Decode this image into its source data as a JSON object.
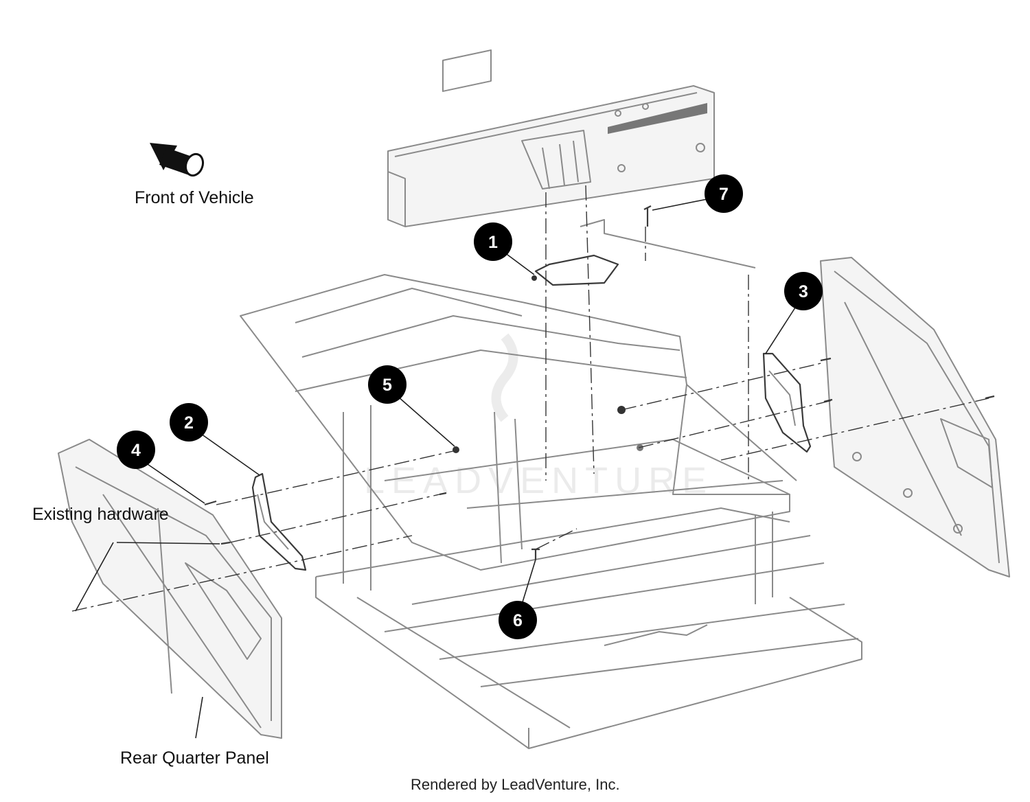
{
  "labels": {
    "front_of_vehicle": "Front of Vehicle",
    "existing_hardware": "Existing hardware",
    "rear_quarter_panel": "Rear Quarter Panel",
    "credit": "Rendered by LeadVenture, Inc."
  },
  "callouts": [
    "1",
    "2",
    "3",
    "4",
    "5",
    "6",
    "7"
  ],
  "watermark": "LEADVENTURE",
  "colors": {
    "line_art": "#8a8a8a",
    "callout_fill": "#000000",
    "callout_text": "#ffffff",
    "text": "#111111"
  }
}
